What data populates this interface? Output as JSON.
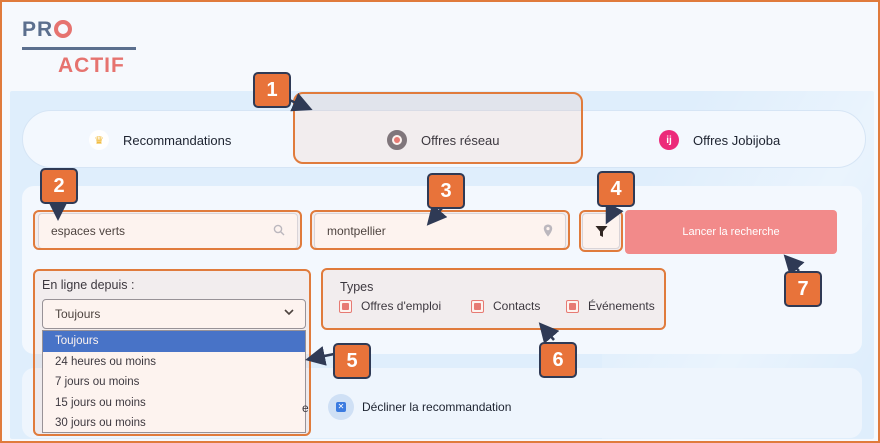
{
  "logo": {
    "line1": "PR",
    "line2": "ACTIF"
  },
  "tabs": [
    {
      "label": "Recommandations",
      "icon": "crown-icon"
    },
    {
      "label": "Offres réseau",
      "icon": "target-icon"
    },
    {
      "label": "Offres Jobijoba",
      "icon": "jobijoba-icon",
      "icon_text": "ij"
    }
  ],
  "search": {
    "keywords_value": "espaces verts",
    "city_value": "montpellier",
    "button_label": "Lancer la recherche"
  },
  "since": {
    "label": "En ligne depuis :",
    "selected": "Toujours",
    "options": [
      "Toujours",
      "24 heures ou moins",
      "7 jours ou moins",
      "15 jours ou moins",
      "30 jours ou moins"
    ]
  },
  "types": {
    "label": "Types",
    "items": [
      "Offres d'emploi",
      "Contacts",
      "Événements"
    ]
  },
  "lower": {
    "fragment": "e",
    "decline_label": "Décliner la recommandation"
  },
  "badges": [
    "1",
    "2",
    "3",
    "4",
    "5",
    "6",
    "7"
  ],
  "colors": {
    "accent": "#e6736f",
    "annotation": "#e8733a",
    "primary_button": "#f28a8a",
    "selected_option": "#2d6bd1"
  }
}
